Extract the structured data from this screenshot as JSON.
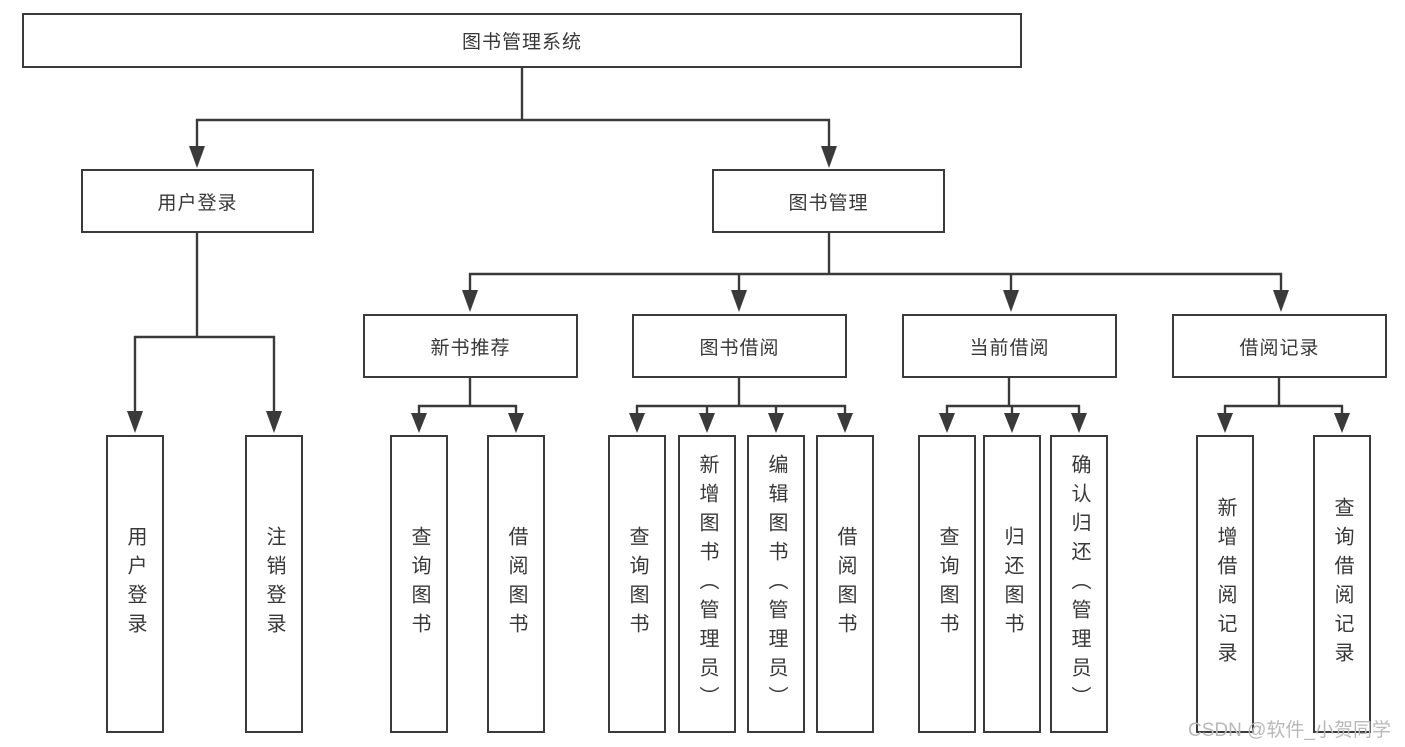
{
  "tree": {
    "title": "图书管理系统",
    "branches": [
      {
        "label": "用户登录",
        "children": [
          "用户登录",
          "注销登录"
        ]
      },
      {
        "label": "图书管理",
        "children": [
          {
            "label": "新书推荐",
            "children": [
              "查询图书",
              "借阅图书"
            ]
          },
          {
            "label": "图书借阅",
            "children": [
              "查询图书",
              "新增图书（管理员）",
              "编辑图书（管理员）",
              "借阅图书"
            ]
          },
          {
            "label": "当前借阅",
            "children": [
              "查询图书",
              "归还图书",
              "确认归还（管理员）"
            ]
          },
          {
            "label": "借阅记录",
            "children": [
              "新增借阅记录",
              "查询借阅记录"
            ]
          }
        ]
      }
    ]
  },
  "watermark": {
    "text": "CSDN @软件_小贺同学"
  },
  "colors": {
    "line": "#3a3a3a",
    "box_border": "#3a3a3a",
    "text": "#383838",
    "watermark": "#b9b9b9",
    "background": "#ffffff"
  }
}
